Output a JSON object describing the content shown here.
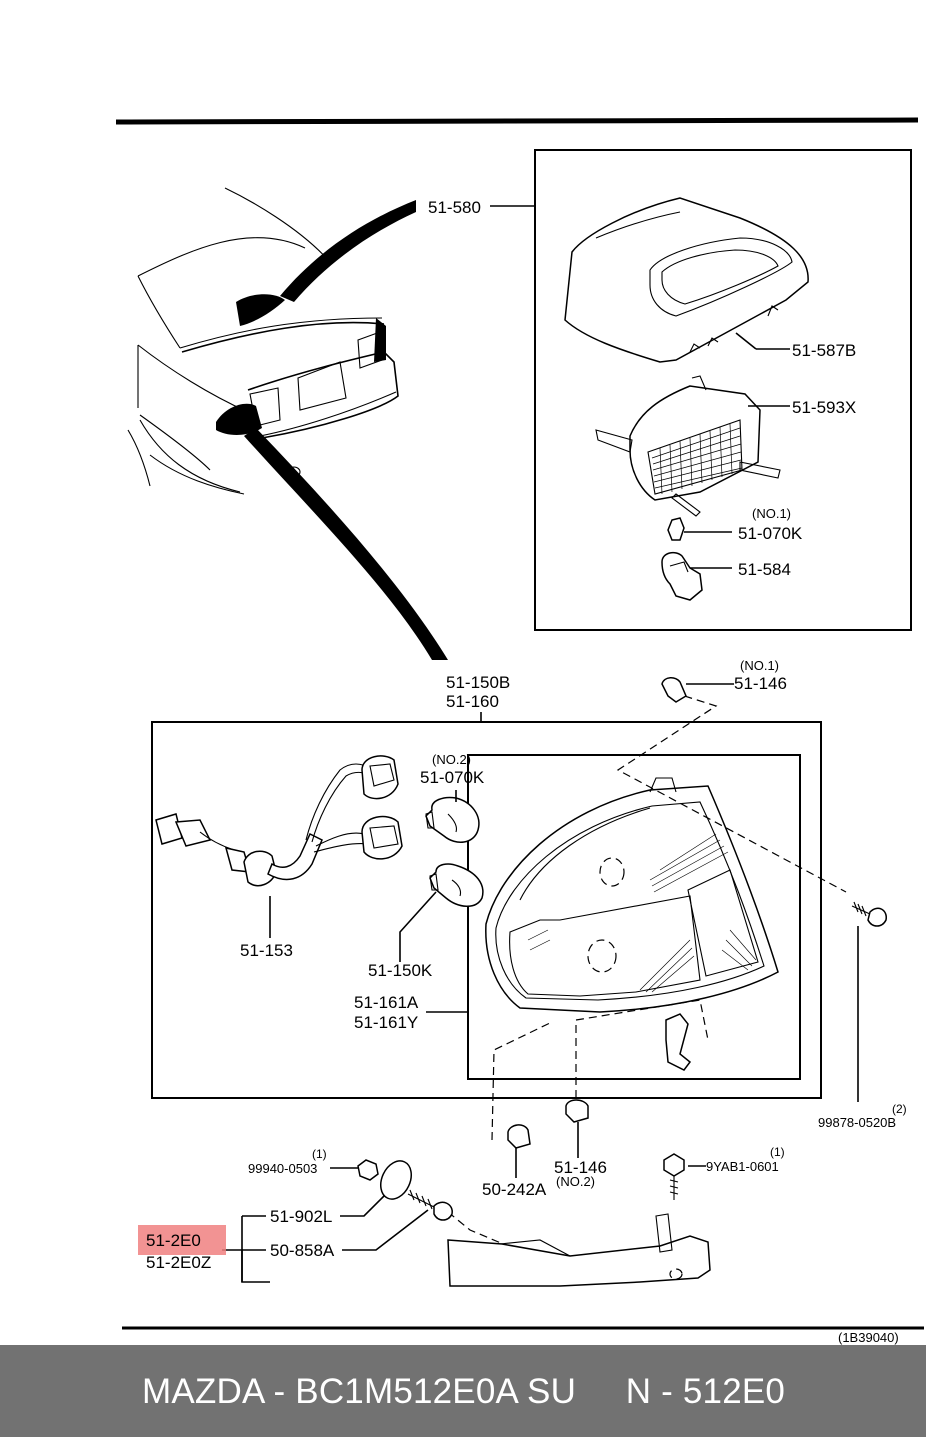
{
  "diagram": {
    "labels": {
      "p_51_580": "51-580",
      "p_51_587B": "51-587B",
      "p_51_593X": "51-593X",
      "no1_a": "(NO.1)",
      "p_51_070K_a": "51-070K",
      "p_51_584": "51-584",
      "p_51_150B": "51-150B",
      "p_51_160": "51-160",
      "no1_b": "(NO.1)",
      "p_51_146_a": "51-146",
      "no2_a": "(NO.2)",
      "p_51_070K_b": "51-070K",
      "p_51_153": "51-153",
      "p_51_150K": "51-150K",
      "p_51_161A": "51-161A",
      "p_51_161Y": "51-161Y",
      "qty_2": "(2)",
      "p_99878": "99878-0520B",
      "qty_1a": "(1)",
      "p_99940": "99940-0503",
      "qty_1b": "(1)",
      "p_9YAB1": "9YAB1-0601",
      "p_51_146_b": "51-146",
      "no2_b": "(NO.2)",
      "p_50_242A": "50-242A",
      "p_51_902L": "51-902L",
      "p_51_2E0": "51-2E0",
      "p_51_2E0Z": "51-2E0Z",
      "p_50_858A": "50-858A",
      "ref_code": "(1B39040)"
    },
    "highlight_color": "#f08080"
  },
  "footer": {
    "text": "MAZDA - BC1M512E0A SU     N - 512E0"
  }
}
